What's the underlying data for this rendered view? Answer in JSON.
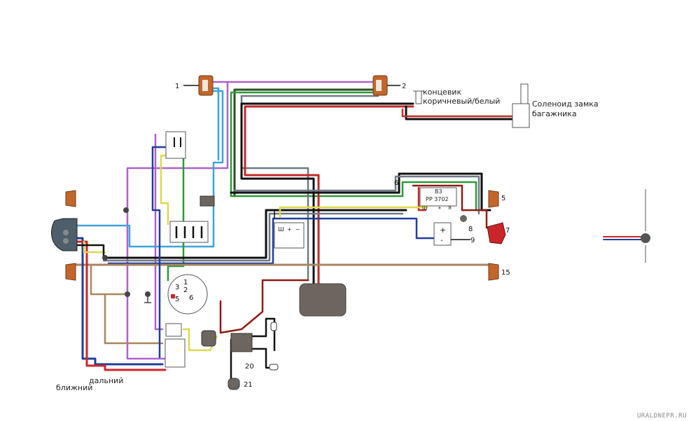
{
  "labels": {
    "turn_signal_1": "1",
    "turn_signal_2": "2",
    "limit_switch": "концевик",
    "limit_switch_wire": "коричневый/белый",
    "trunk_solenoid_line1": "Соленоид замка",
    "trunk_solenoid_line2": "багажника",
    "relay_code": "В3",
    "regulator_model": "РР 3702",
    "regulator_term_sh": "Ш",
    "regulator_term_plus": "+",
    "regulator_term_ya": "Я",
    "generator_term_sh": "Ш",
    "generator_term_plus": "+",
    "generator_term_ac": "~",
    "battery_plus": "+",
    "battery_minus": "-",
    "ref_6": "6",
    "ref_5": "5",
    "ref_7": "7",
    "ref_8": "8",
    "ref_9": "9",
    "ref_15": "15",
    "ref_20": "20",
    "ref_21": "21",
    "switch_pos_1": "1",
    "switch_pos_2": "2",
    "switch_pos_3": "3",
    "switch_pos_5": "5",
    "switch_pos_6": "6",
    "low_beam": "ближний",
    "high_beam": "дальний",
    "watermark": "URALDNEPR.RU"
  },
  "colors": {
    "background": "#ffffff",
    "wire_purple": "#b061c9",
    "wire_light_blue": "#3ba6d8",
    "wire_blue": "#1f3f9c",
    "wire_green": "#2e9a36",
    "wire_dark_green": "#27521f",
    "wire_red": "#d0242a",
    "wire_dark_red": "#8e1d14",
    "wire_black": "#111111",
    "wire_yellow": "#ddd84a",
    "wire_brown": "#a88660",
    "wire_gray": "#6f7a86",
    "turn_signal_amber": "#c4662a",
    "tail_light_red": "#c8262a",
    "horn_gray": "#6d6660"
  }
}
